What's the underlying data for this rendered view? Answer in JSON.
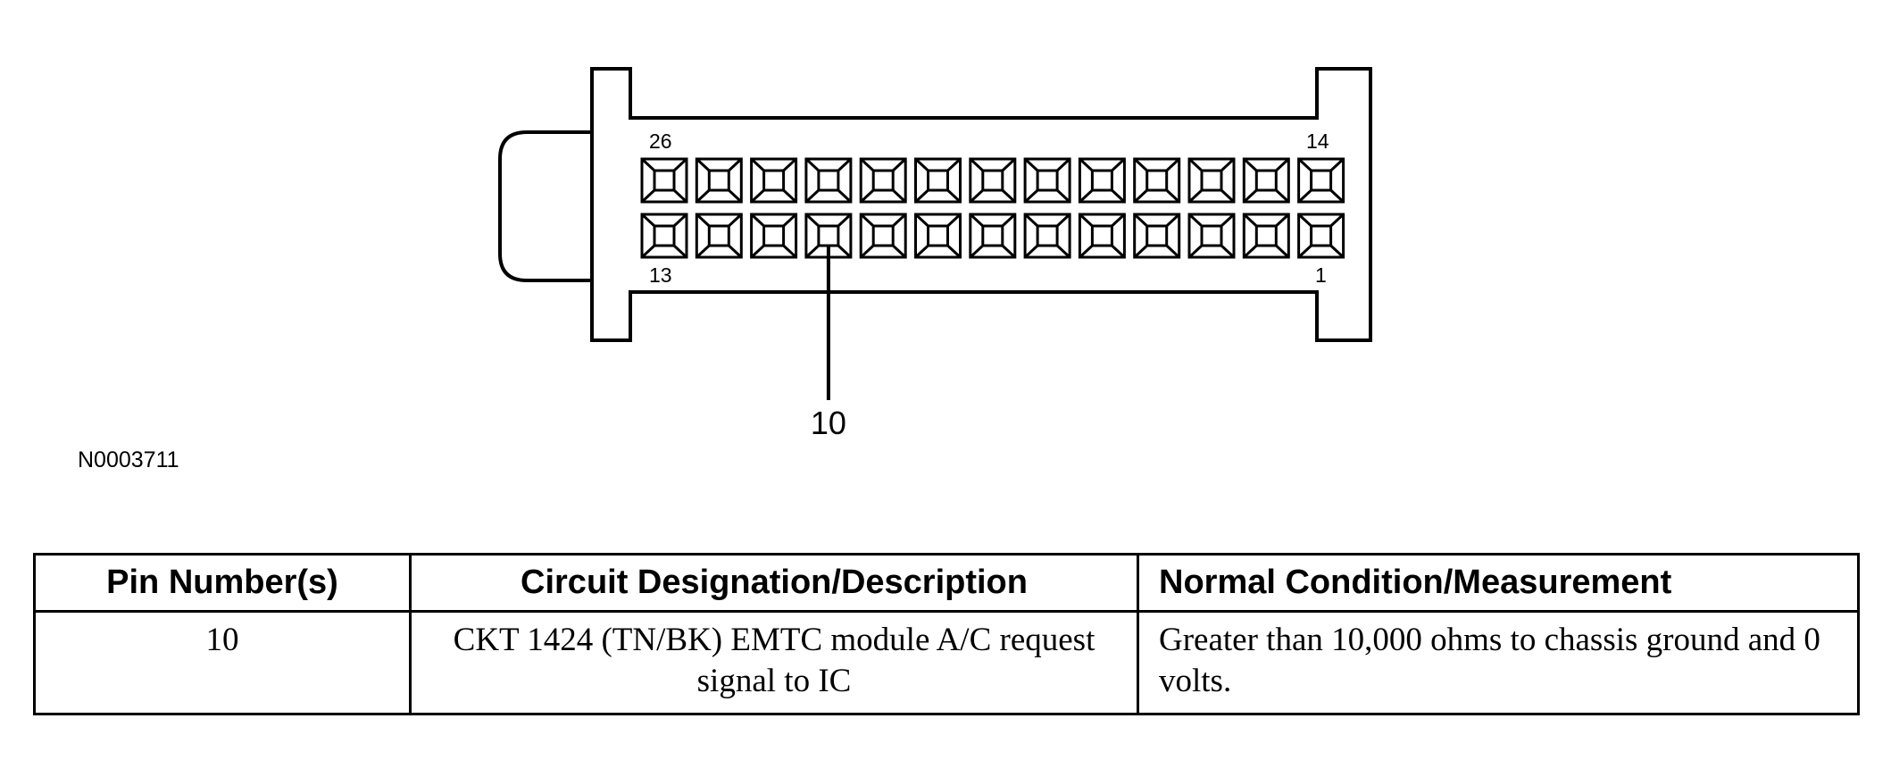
{
  "connector": {
    "pins_per_row": 13,
    "pin_labels": {
      "top_left": "26",
      "top_right": "14",
      "bottom_left": "13",
      "bottom_right": "1"
    },
    "callout_label": "10",
    "highlighted_pin": 10
  },
  "figure_id": "N0003711",
  "table": {
    "headers": [
      "Pin Number(s)",
      "Circuit Designation/Description",
      "Normal Condition/Measurement"
    ],
    "rows": [
      {
        "pin": "10",
        "description": "CKT 1424 (TN/BK) EMTC module A/C request signal to IC",
        "measurement": "Greater than 10,000 ohms to chassis ground and 0 volts."
      }
    ]
  }
}
